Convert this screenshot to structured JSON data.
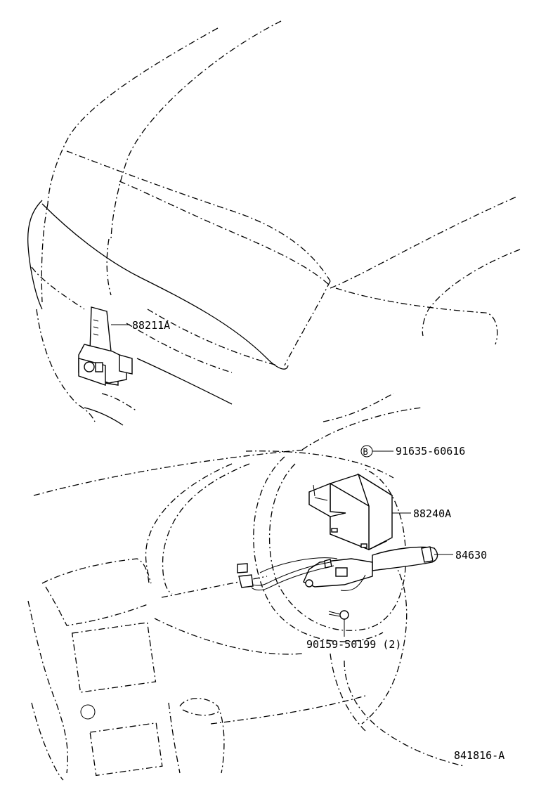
{
  "callouts": {
    "switch_part": "88211A",
    "bolt_marker": "B",
    "bolt_part": "91635-60616",
    "module_part": "88240A",
    "lever_part": "84630",
    "screw_part": "90159-50199 (2)"
  },
  "figure_id": "841816-A"
}
